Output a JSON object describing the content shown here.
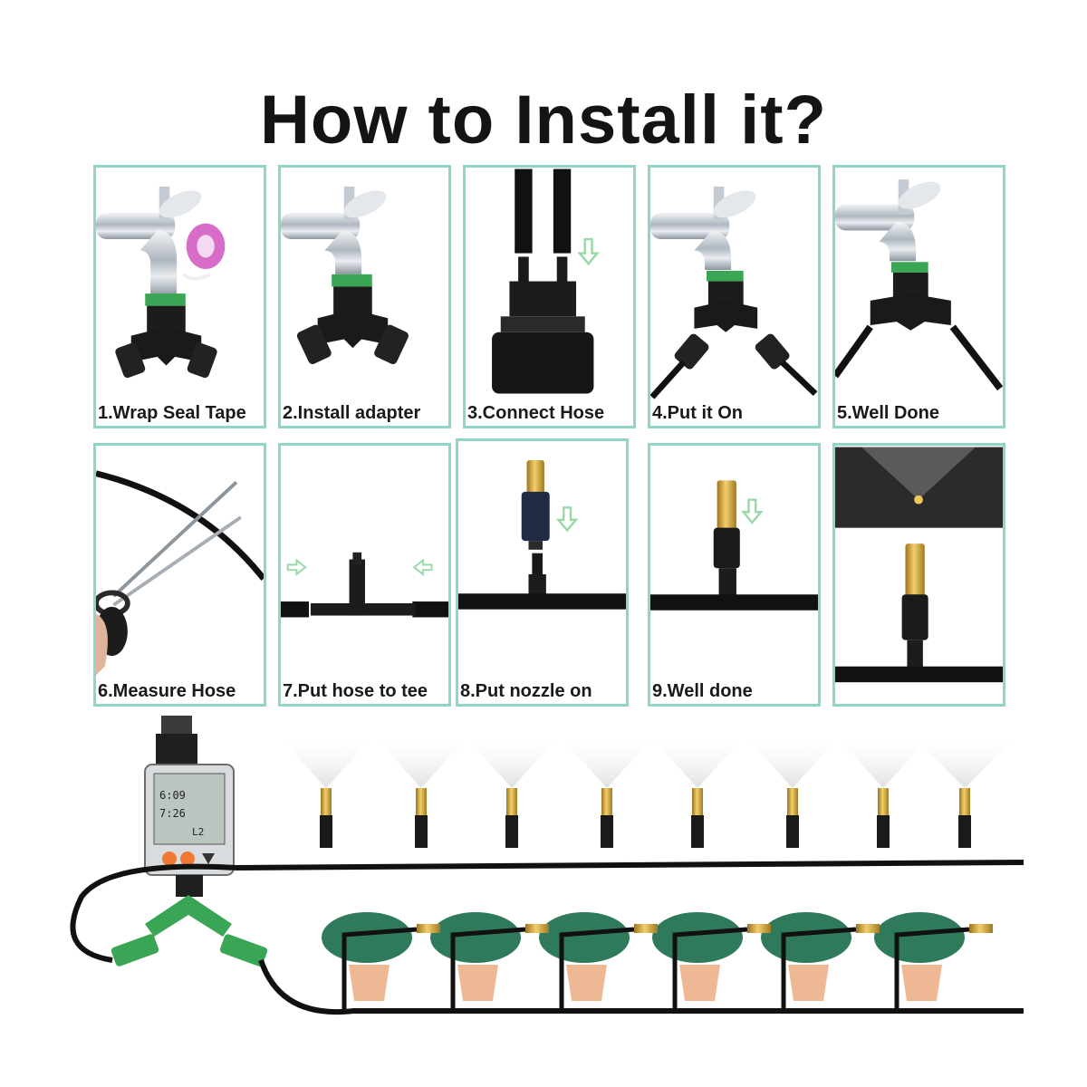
{
  "title": "How to Install it?",
  "steps": [
    {
      "label": "1.Wrap Seal Tape"
    },
    {
      "label": "2.Install adapter"
    },
    {
      "label": "3.Connect Hose"
    },
    {
      "label": "4.Put it On"
    },
    {
      "label": "5.Well Done"
    },
    {
      "label": "6.Measure Hose"
    },
    {
      "label": "7.Put hose to tee"
    },
    {
      "label": "8.Put nozzle on"
    },
    {
      "label": "9.Well done"
    }
  ],
  "colors": {
    "panel_border": "#8fd6c9",
    "hose": "#111111",
    "adapter_green": "#3aa655",
    "brass": "#d6a93b",
    "arrow_green": "#9ad9a7"
  },
  "icons": [
    "faucet-icon",
    "seal-tape-icon",
    "y-adapter-icon",
    "scissors-icon",
    "tee-connector-icon",
    "mist-nozzle-icon",
    "water-timer-icon",
    "plant-pot-icon",
    "arrow-down-icon",
    "arrow-right-icon",
    "arrow-left-icon"
  ],
  "timer": {
    "line1": "6:09",
    "line2": "7:26",
    "line3": "L2"
  }
}
